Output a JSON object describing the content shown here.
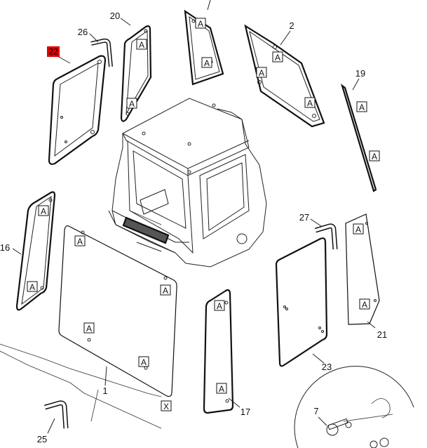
{
  "callouts": {
    "p1": "1",
    "p2": "2",
    "p7": "7",
    "p16": "16",
    "p17": "17",
    "p19": "19",
    "p20": "20",
    "p21": "21",
    "p22": "22",
    "p23": "23",
    "p25": "25",
    "p26": "26",
    "p27": "27"
  },
  "box_labels": {
    "a": "A",
    "x": "X"
  },
  "colors": {
    "highlight": "#e00000",
    "line": "#111111"
  }
}
